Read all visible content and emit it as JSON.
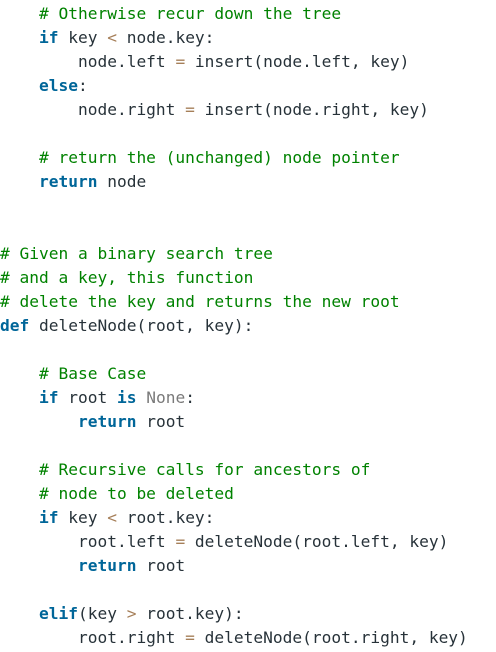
{
  "editor": {
    "lines": [
      [
        {
          "t": "    ",
          "k": "plain"
        },
        {
          "t": "# Otherwise recur down the tree",
          "k": "comment"
        }
      ],
      [
        {
          "t": "    ",
          "k": "plain"
        },
        {
          "t": "if",
          "k": "keyword"
        },
        {
          "t": " key ",
          "k": "plain"
        },
        {
          "t": "<",
          "k": "operator"
        },
        {
          "t": " node.key:",
          "k": "plain"
        }
      ],
      [
        {
          "t": "        node.left ",
          "k": "plain"
        },
        {
          "t": "=",
          "k": "operator"
        },
        {
          "t": " insert(node.left, key)",
          "k": "plain"
        }
      ],
      [
        {
          "t": "    ",
          "k": "plain"
        },
        {
          "t": "else",
          "k": "keyword"
        },
        {
          "t": ":",
          "k": "plain"
        }
      ],
      [
        {
          "t": "        node.right ",
          "k": "plain"
        },
        {
          "t": "=",
          "k": "operator"
        },
        {
          "t": " insert(node.right, key)",
          "k": "plain"
        }
      ],
      [],
      [
        {
          "t": "    ",
          "k": "plain"
        },
        {
          "t": "# return the (unchanged) node pointer",
          "k": "comment"
        }
      ],
      [
        {
          "t": "    ",
          "k": "plain"
        },
        {
          "t": "return",
          "k": "keyword"
        },
        {
          "t": " node",
          "k": "plain"
        }
      ],
      [],
      [],
      [
        {
          "t": "# Given a binary search tree",
          "k": "comment"
        }
      ],
      [
        {
          "t": "# and a key, this function",
          "k": "comment"
        }
      ],
      [
        {
          "t": "# delete the key and returns the new root",
          "k": "comment"
        }
      ],
      [
        {
          "t": "def",
          "k": "keyword"
        },
        {
          "t": " deleteNode(root, key):",
          "k": "plain"
        }
      ],
      [],
      [
        {
          "t": "    ",
          "k": "plain"
        },
        {
          "t": "# Base Case",
          "k": "comment"
        }
      ],
      [
        {
          "t": "    ",
          "k": "plain"
        },
        {
          "t": "if",
          "k": "keyword"
        },
        {
          "t": " root ",
          "k": "plain"
        },
        {
          "t": "is",
          "k": "keyword"
        },
        {
          "t": " ",
          "k": "plain"
        },
        {
          "t": "None",
          "k": "builtin"
        },
        {
          "t": ":",
          "k": "plain"
        }
      ],
      [
        {
          "t": "        ",
          "k": "plain"
        },
        {
          "t": "return",
          "k": "keyword"
        },
        {
          "t": " root",
          "k": "plain"
        }
      ],
      [],
      [
        {
          "t": "    ",
          "k": "plain"
        },
        {
          "t": "# Recursive calls for ancestors of",
          "k": "comment"
        }
      ],
      [
        {
          "t": "    ",
          "k": "plain"
        },
        {
          "t": "# node to be deleted",
          "k": "comment"
        }
      ],
      [
        {
          "t": "    ",
          "k": "plain"
        },
        {
          "t": "if",
          "k": "keyword"
        },
        {
          "t": " key ",
          "k": "plain"
        },
        {
          "t": "<",
          "k": "operator"
        },
        {
          "t": " root.key:",
          "k": "plain"
        }
      ],
      [
        {
          "t": "        root.left ",
          "k": "plain"
        },
        {
          "t": "=",
          "k": "operator"
        },
        {
          "t": " deleteNode(root.left, key)",
          "k": "plain"
        }
      ],
      [
        {
          "t": "        ",
          "k": "plain"
        },
        {
          "t": "return",
          "k": "keyword"
        },
        {
          "t": " root",
          "k": "plain"
        }
      ],
      [],
      [
        {
          "t": "    ",
          "k": "plain"
        },
        {
          "t": "elif",
          "k": "keyword"
        },
        {
          "t": "(key ",
          "k": "plain"
        },
        {
          "t": ">",
          "k": "operator"
        },
        {
          "t": " root.key):",
          "k": "plain"
        }
      ],
      [
        {
          "t": "        root.right ",
          "k": "plain"
        },
        {
          "t": "=",
          "k": "operator"
        },
        {
          "t": " deleteNode(root.right, key)",
          "k": "plain"
        }
      ]
    ]
  },
  "colors": {
    "comment": "#008200",
    "keyword": "#006699",
    "builtin": "#7a7a7a",
    "operator": "#a67f59",
    "plain": "#273239",
    "background": "#ffffff"
  }
}
